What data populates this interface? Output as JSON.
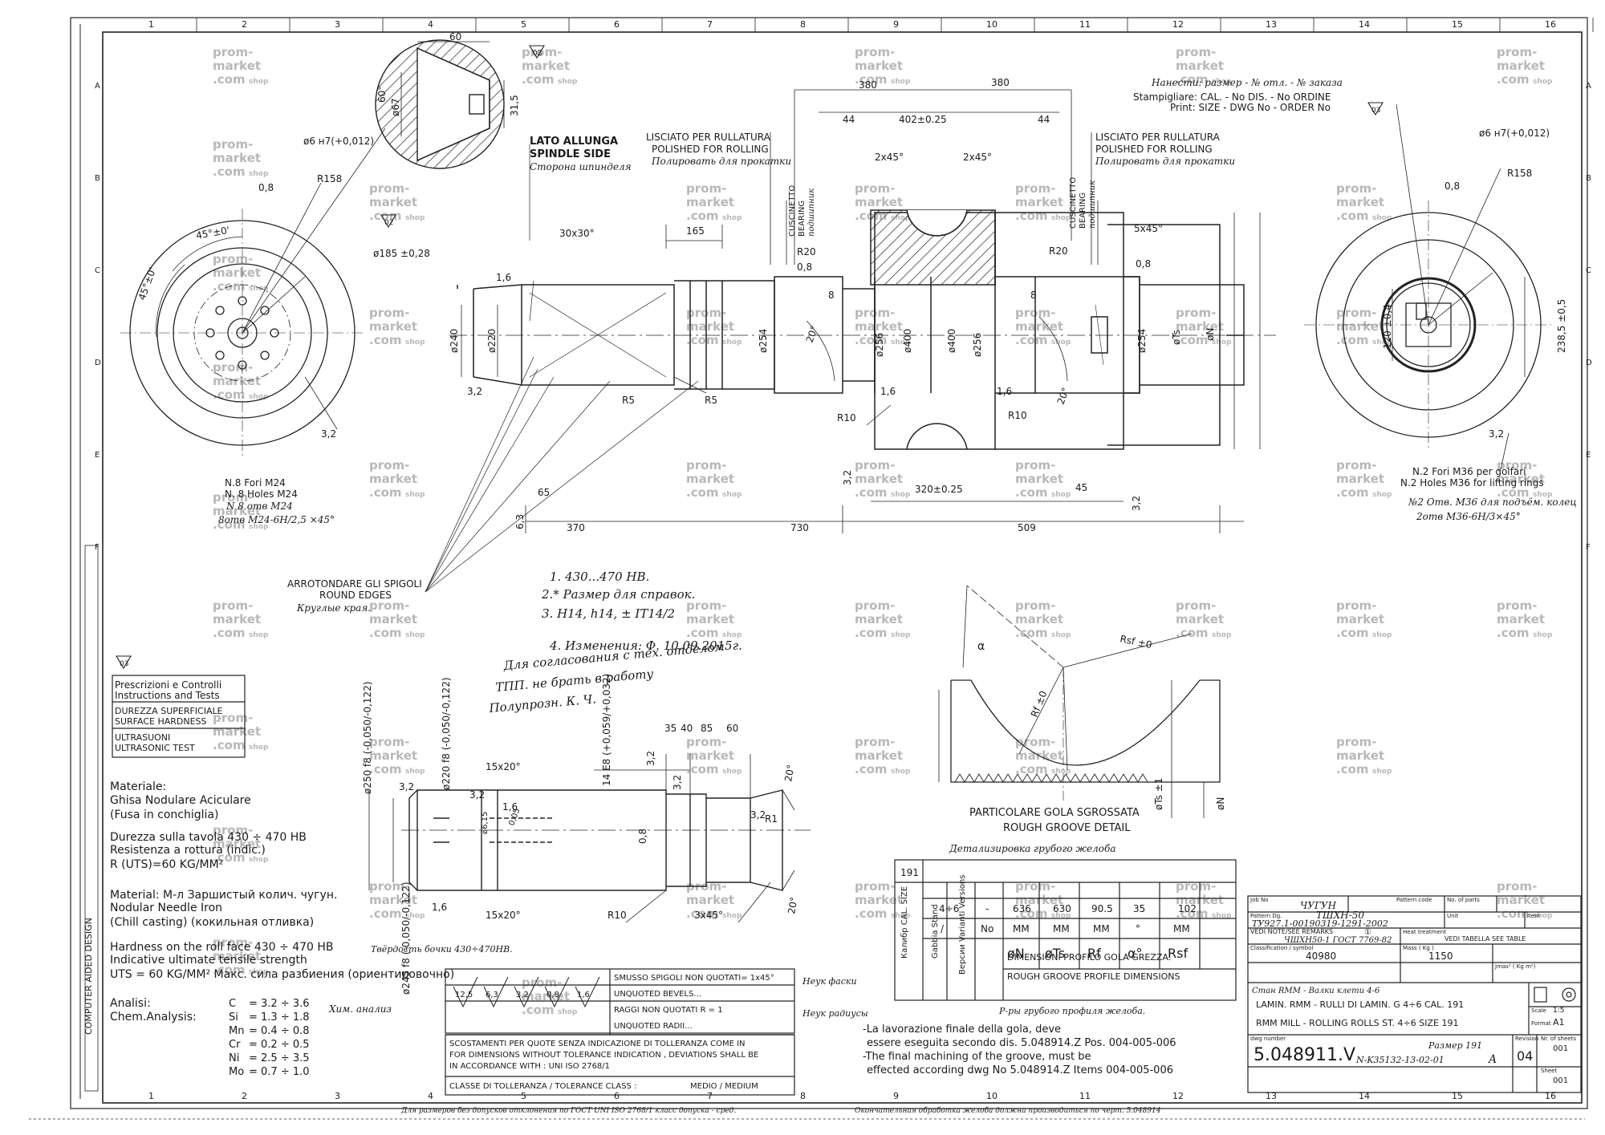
{
  "frame": {
    "col_numbers": [
      "1",
      "2",
      "3",
      "4",
      "5",
      "6",
      "7",
      "8",
      "9",
      "10",
      "11",
      "12",
      "13",
      "14",
      "15",
      "16"
    ],
    "row_letters": [
      "A",
      "B",
      "C",
      "D",
      "E",
      "F"
    ],
    "side_label": "COMPUTER AIDED DESIGN"
  },
  "watermark": {
    "line1": "prom-",
    "line2": "market",
    "line3": ".com",
    "shop": "shop"
  },
  "left_view": {
    "dim_60": "60",
    "dim_60deg": "60°",
    "dim_67": "ø67",
    "dim_31": "31,5",
    "lato_it": "LATO ALLUNGA",
    "lato_en": "SPINDLE SIDE",
    "lato_ru": "Сторона шпинделя",
    "fit_bore": "ø6 н7(+0,012)",
    "r158": "R158",
    "ra08": "0,8",
    "angle1": "45°±0'",
    "angle2": "45°±0'",
    "dia185": "ø185 ±0,28",
    "ra32": "3,2",
    "holes_it": "N.8 Fori M24",
    "holes_en": "N. 8 Holes M24",
    "holes_ru1": "N 8 отв М24",
    "holes_ru2": "8отв М24-6Н/2,5 ×45°",
    "flag02": "02"
  },
  "right_view": {
    "fit_bore": "ø6 н7(+0,012)",
    "r158": "R158",
    "ra08": "0,8",
    "dim120": "120 ±0,4",
    "dim238": "238,5 ±0,5",
    "holes_it": "N.2 Fori M36 per golfari",
    "holes_en": "N.2 Holes M36 for lifting rings",
    "holes_ru1": "№2 Отв. М36 для подъём. колец",
    "holes_ru2": "2отв М36-6Н/3×45°",
    "ra32": "3,2",
    "flag03": "03"
  },
  "header": {
    "stamp_ru": "Нанести: размер - № отл. - № заказа",
    "stamp_it": "Stampigliare: CAL. - No DIS. - No ORDINE",
    "stamp_en": "Print: SIZE - DWG No - ORDER No",
    "flag03": "03"
  },
  "main_view": {
    "lisc_it": "LISCIATO PER RULLATURA",
    "lisc_en": "POLISHED FOR ROLLING",
    "lisc_ru": "Полировать для прокатки",
    "bear_it": "CUSCINETTO",
    "bear_en": "BEARING",
    "bear_ru": "подшипник",
    "d380a": "380",
    "d380b": "380",
    "d402": "402±0.25",
    "d44a": "44",
    "d44b": "44",
    "ch2x45a": "2x45°",
    "ch2x45b": "2x45°",
    "d30x30": "30x30°",
    "d165": "165",
    "r20a": "R20",
    "r20b": "R20",
    "ra08a": "0,8",
    "ra08b": "0,8",
    "d5x45": "5x45°",
    "d8a": "8",
    "d8b": "8",
    "d16a": "1,6",
    "d16b": "1,6",
    "d16c": "1,6",
    "dia240": "ø240",
    "dia220": "ø220",
    "dia254a": "ø254",
    "dia256a": "ø256",
    "dia400a": "ø400",
    "dia400b": "ø400",
    "dia256b": "ø256",
    "dia254b": "ø254",
    "dts": "øTs",
    "dn": "øN",
    "r5a": "R5",
    "r5b": "R5",
    "r10a": "R10",
    "r10b": "R10",
    "d20a": "20°",
    "d20b": "20°",
    "ra32a": "3,2",
    "ra32b": "3,2",
    "ra32c": "3,2",
    "d65": "65",
    "d320": "320±0.25",
    "d45": "45",
    "d63": "6,3",
    "d370": "370",
    "d730": "730",
    "d509": "509",
    "round_it": "ARROTONDARE GLI SPIGOLI",
    "round_en": "ROUND EDGES",
    "round_ru": "Круглые края."
  },
  "notes": {
    "n1": "1. 430...470 HB.",
    "n2": "2.* Размер для справок.",
    "n3": "3. H14, h14, ± IT14/2",
    "n4": "4. Изменения: Ф. 10.09.2015г.",
    "n5": "Для согласования с тех. отделом",
    "n6": "ТПП. не брать в работу",
    "n7": "Полупрозн. К. Ч."
  },
  "spec_box": {
    "flag": "03",
    "r1": "Prescrizioni e Controlli",
    "r2": "Instructions and Tests",
    "r3": "DUREZZA SUPERFICIALE",
    "r4": "SURFACE HARDNESS",
    "r5": "ULTRASUONI",
    "r6": "ULTRASONIC TEST"
  },
  "material": {
    "l1": "Materiale:",
    "l2": "Ghisa Nodulare Aciculare",
    "l3": "(Fusa in conchiglia)",
    "l4": "Durezza sulla tavola 430 ÷ 470 HB",
    "l5": "Resistenza a rottura (indic.)",
    "l6": "R (UTS)=60 KG/MM²",
    "l7": "Material: М-л Заршистый колич. чугун.",
    "l8": "Nodular Needle Iron",
    "l9": "(Chill casting) (кокильная отливка)",
    "l10": "Hardness on the roll face 430 ÷ 470 HB",
    "l11": "Indicative ultimate tensile strength",
    "l12": "UTS = 60 KG/MM²  Макс. сила разбиения (ориентировочно)",
    "ru_hard": "Твёрдость бочки 430÷470НВ.",
    "an1": "Analisi:",
    "an2": "Chem.Analysis:",
    "an_ru": "Хим. анализ",
    "chem": [
      {
        "el": "C",
        "val": "= 3.2 ÷ 3.6"
      },
      {
        "el": "Si",
        "val": "= 1.3 ÷ 1.8"
      },
      {
        "el": "Mn",
        "val": "= 0.4 ÷ 0.8"
      },
      {
        "el": "Cr",
        "val": "= 0.2 ÷ 0.5"
      },
      {
        "el": "Ni",
        "val": "= 2.5 ÷ 3.5"
      },
      {
        "el": "Mo",
        "val": "= 0.7 ÷ 1.0"
      }
    ]
  },
  "detail_view": {
    "d250": "ø250 f8 (-0,050/-0,122)",
    "d220": "ø220 f8 (-0,050/-0,122)",
    "d245": "ø245 f8 (-0,050/-0,122)",
    "d14e8": "14 E8 (+0,059/+0,032)",
    "d35": "35",
    "d40": "40",
    "d85": "85",
    "d60": "60",
    "ch15a": "15x20°",
    "ch15b": "15x20°",
    "r10": "R10",
    "ch3x45": "3x45°",
    "d20a": "20°",
    "d20b": "20°",
    "r1": "R1",
    "ra16a": "1,6",
    "ra16b": "1,6",
    "ra32a": "3,2",
    "ra32b": "3,2",
    "ra32c": "3,2",
    "ra32d": "3,2",
    "ra32e": "3,2",
    "ra08": "0,8",
    "fit1": "ø6,15",
    "fit2": "0,05"
  },
  "groove": {
    "rsf": "Rsf ±0",
    "rf": "Rf ±0",
    "alpha": "α",
    "ts": "øTs ±1",
    "n": "øN",
    "cap_it": "PARTICOLARE GOLA SGROSSATA",
    "cap_en": "ROUGH GROOVE DETAIL",
    "cap_ru": "Детализировка грубого желоба"
  },
  "size_table": {
    "row1": [
      "191",
      "",
      "",
      "",
      "",
      "",
      "",
      ""
    ],
    "row2": [
      "4÷6",
      "-",
      "636",
      "630",
      "90.5",
      "35",
      "102"
    ],
    "row3": [
      "/",
      "No",
      "MM",
      "MM",
      "MM",
      "°",
      "MM"
    ],
    "row4": [
      "øN",
      "øTs",
      "Rf",
      "α°",
      "Rsf"
    ],
    "left_heads": [
      "Калибр CAL. SIZE",
      "Gabbia Stand",
      "Версии Varianti Versions"
    ],
    "cap1": "DIMENSIONI PROFILO GOLA GREZZA.",
    "cap2": "ROUGH GROOVE PROFILE DIMENSIONS",
    "cap_ru": "Р-ры грубого профиля желоба."
  },
  "tolerance": {
    "symbols": [
      "12,5",
      "6,3",
      "3,2",
      "0,8",
      "1,6"
    ],
    "bev1": "SMUSSO SPIGOLI NON QUOTATI= 1x45°",
    "bev2": "UNQUOTED BEVELS...",
    "rad1": "RAGGI NON QUOTATI R = 1",
    "rad2": "UNQUOTED RADII...",
    "ru_bev": "Неук фаски",
    "ru_rad": "Неук радиусы",
    "t1": "SCOSTAMENTI PER QUOTE SENZA INDICAZIONE DI TOLLERANZA COME IN",
    "t2": "FOR DIMENSIONS WITHOUT TOLERANCE INDICATION , DEVIATIONS SHALL BE",
    "t3": "IN ACCORDANCE WITH :          UNI ISO 2768/1",
    "cls": "CLASSE DI TOLLERANZA / TOLERANCE CLASS :",
    "cls_val": "MEDIO   /   MEDIUM",
    "bottom_ru": "Для размеров без допусков отклонения по ГОСТ UNI ISO 2768/1 класс допуска - сред."
  },
  "final_note": {
    "l1": "-La lavorazione finale della gola, deve",
    "l2": "essere eseguita secondo dis. 5.048914.Z Pos. 004-005-006",
    "l3": "-The final machining of the groove, must be",
    "l4": "effected according dwg No 5.048914.Z Items 004-005-006",
    "ru": "Окончательная обработка желоба должна производиться по черт. 5.048914"
  },
  "title_block": {
    "job_lbl": "Job No",
    "job": "ЧУГУН",
    "pattern_lbl": "Pattern code",
    "pattern": "ТШХН-50",
    "nparts_lbl": "No. of parts",
    "pattern_dwg_lbl": "Pattern Dg.",
    "pattern_dwg": "ТУ927.1-00190319-1291-2002",
    "unit_lbl": "Unit",
    "item_lbl": "Item",
    "vedi_lbl": "VEDI NOTE/SEE REMARKS",
    "vedi_val": "①",
    "heat_lbl": "Heat treatment",
    "heat": "VEDI TABELLA SEE TABLE",
    "class_lbl": "Classification / symbol",
    "class_val": "ЧШХН50-1 ГОСТ 7769-82",
    "mass_lbl": "Mass ( Kg )",
    "vol_lbl": "Jmas²  ( Kg m²)",
    "class_num": "40980",
    "mass": "1150",
    "title_ru": "Стан RMM - Валки клети 4-6",
    "title_it": "LAMIN. RMM - RULLI DI LAMIN. G 4÷6 CAL. 191",
    "title_en": "RMM MILL - ROLLING ROLLS ST. 4÷6 SIZE 191",
    "scale_lbl": "Scale",
    "scale": "1:5",
    "format_lbl": "Format",
    "format": "A1",
    "dwg_lbl": "dwg number",
    "dwg": "5.048911.V",
    "ru_no": "Размер 191",
    "dwg_ru": "N-K35132-13-02-01",
    "rev_letter": "A",
    "rev_lbl": "Revision",
    "rev": "04",
    "sheets_lbl": "Nr. of sheets",
    "sheets": "001",
    "sheet_lbl": "Sheet",
    "sheet": "001"
  }
}
